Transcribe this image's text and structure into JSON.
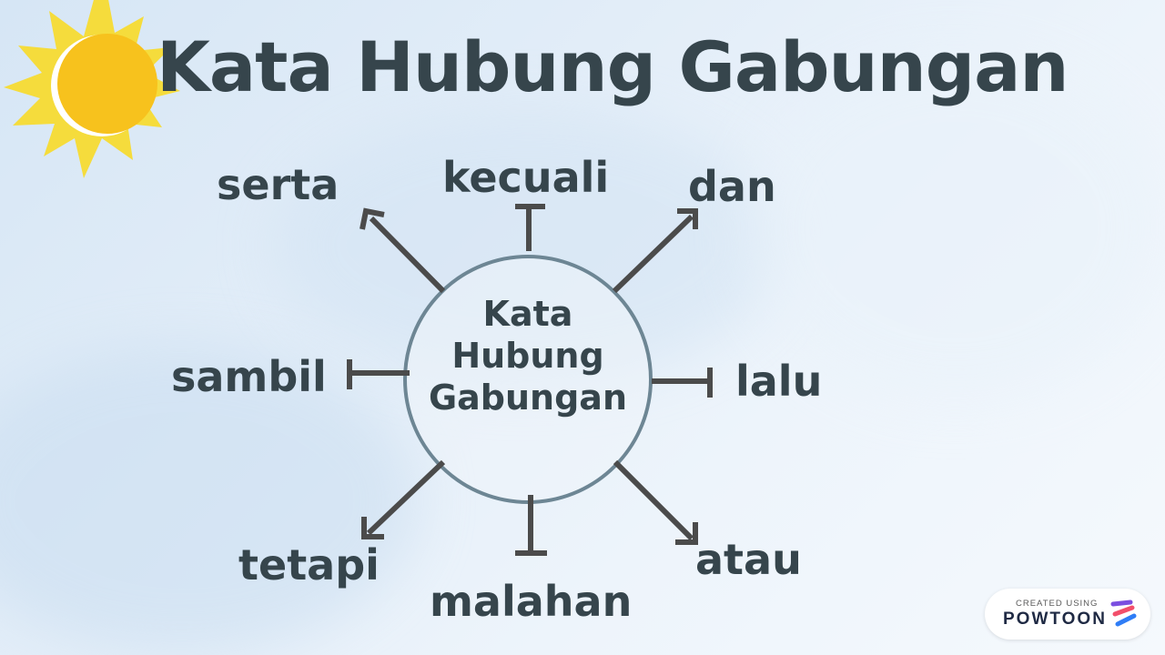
{
  "title": "Kata Hubung Gabungan",
  "center": {
    "lines": [
      "Kata",
      "Hubung",
      "Gabungan"
    ]
  },
  "branches": {
    "serta": "serta",
    "kecuali": "kecuali",
    "dan": "dan",
    "sambil": "sambil",
    "lalu": "lalu",
    "tetapi": "tetapi",
    "malahan": "malahan",
    "atau": "atau"
  },
  "watermark": {
    "small": "CREATED USING",
    "brand": "POWTOON"
  },
  "colors": {
    "text": "#36454c",
    "arrow": "#4b4b4b",
    "circle_stroke": "#6d8694",
    "circle_fill": "#eef4fa",
    "sun": "#f7c21d",
    "sun_rays": "#f5dc3c"
  },
  "icons": {
    "sun": "sun-icon",
    "logo": "powtoon-logo-icon"
  }
}
